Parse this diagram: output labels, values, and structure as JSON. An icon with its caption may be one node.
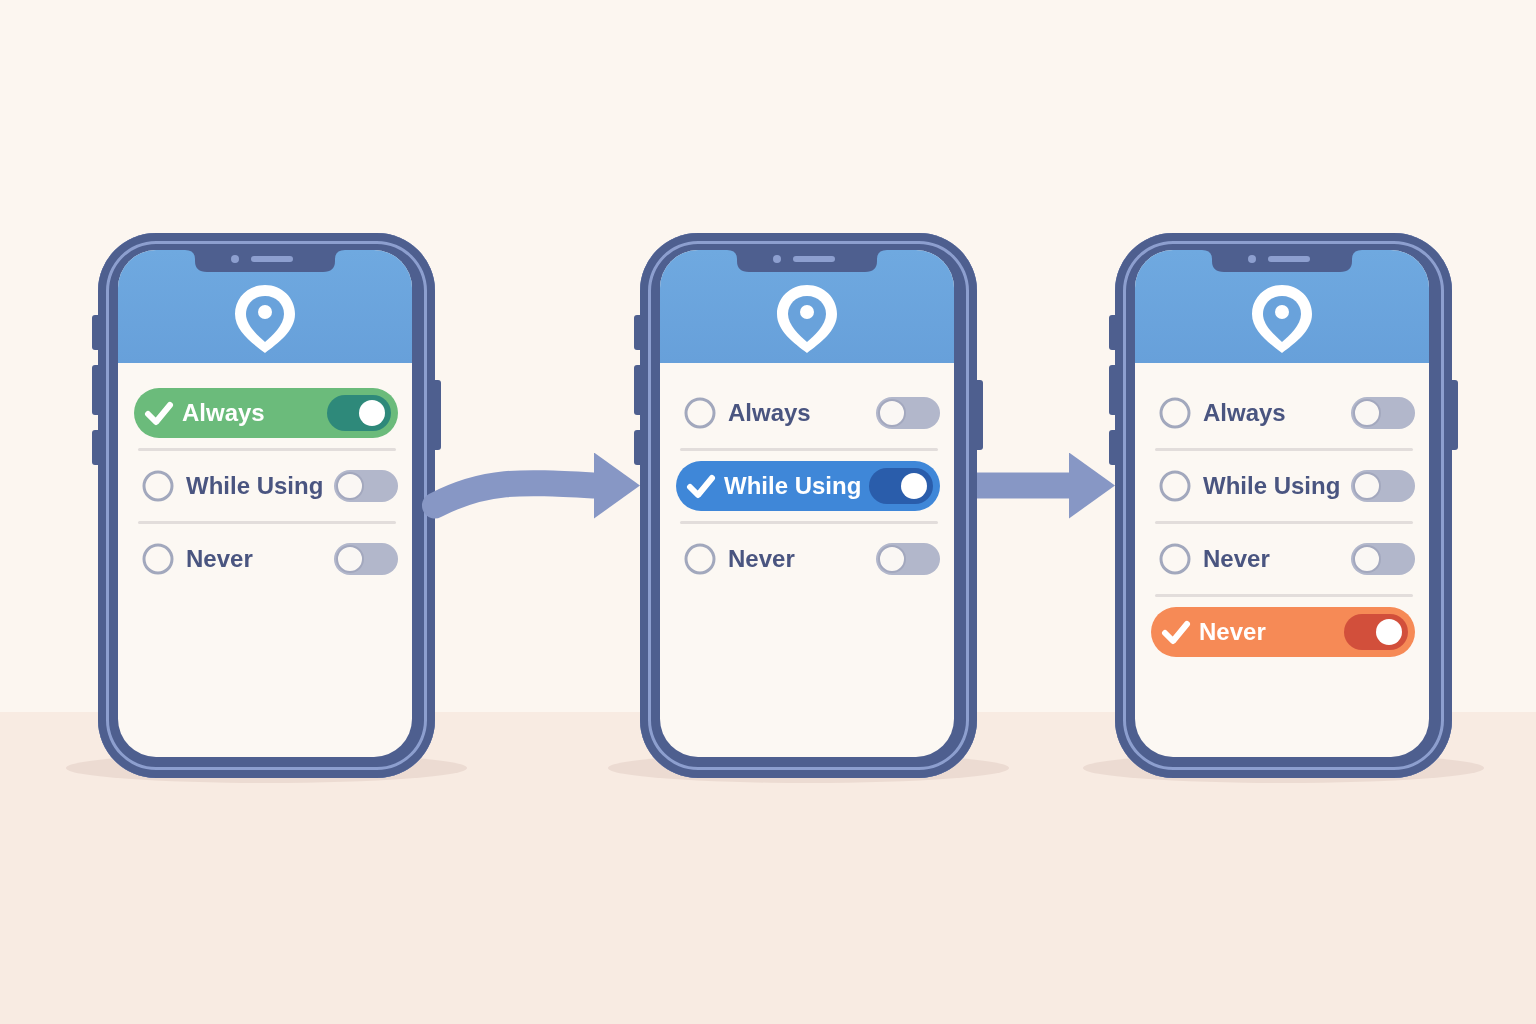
{
  "diagram": {
    "nodes": [
      {
        "text": [
          "While Using",
          "Never"
        ]
      },
      {
        "text": [
          "Always"
        ],
        "in": 0
      },
      {
        "text": [
          "Always",
          "Never"
        ]
      },
      {
        "text": [
          "While Using"
        ],
        "in": 2
      },
      {
        "text": [
          "Always",
          "While Using",
          "Never"
        ]
      },
      {
        "text": [
          "Never"
        ],
        "in": 4
      }
    ],
    "edges": [
      {
        "from": 0,
        "to": 2,
        "arrow": "to"
      },
      {
        "from": 2,
        "to": 4,
        "arrow": "to"
      }
    ]
  }
}
